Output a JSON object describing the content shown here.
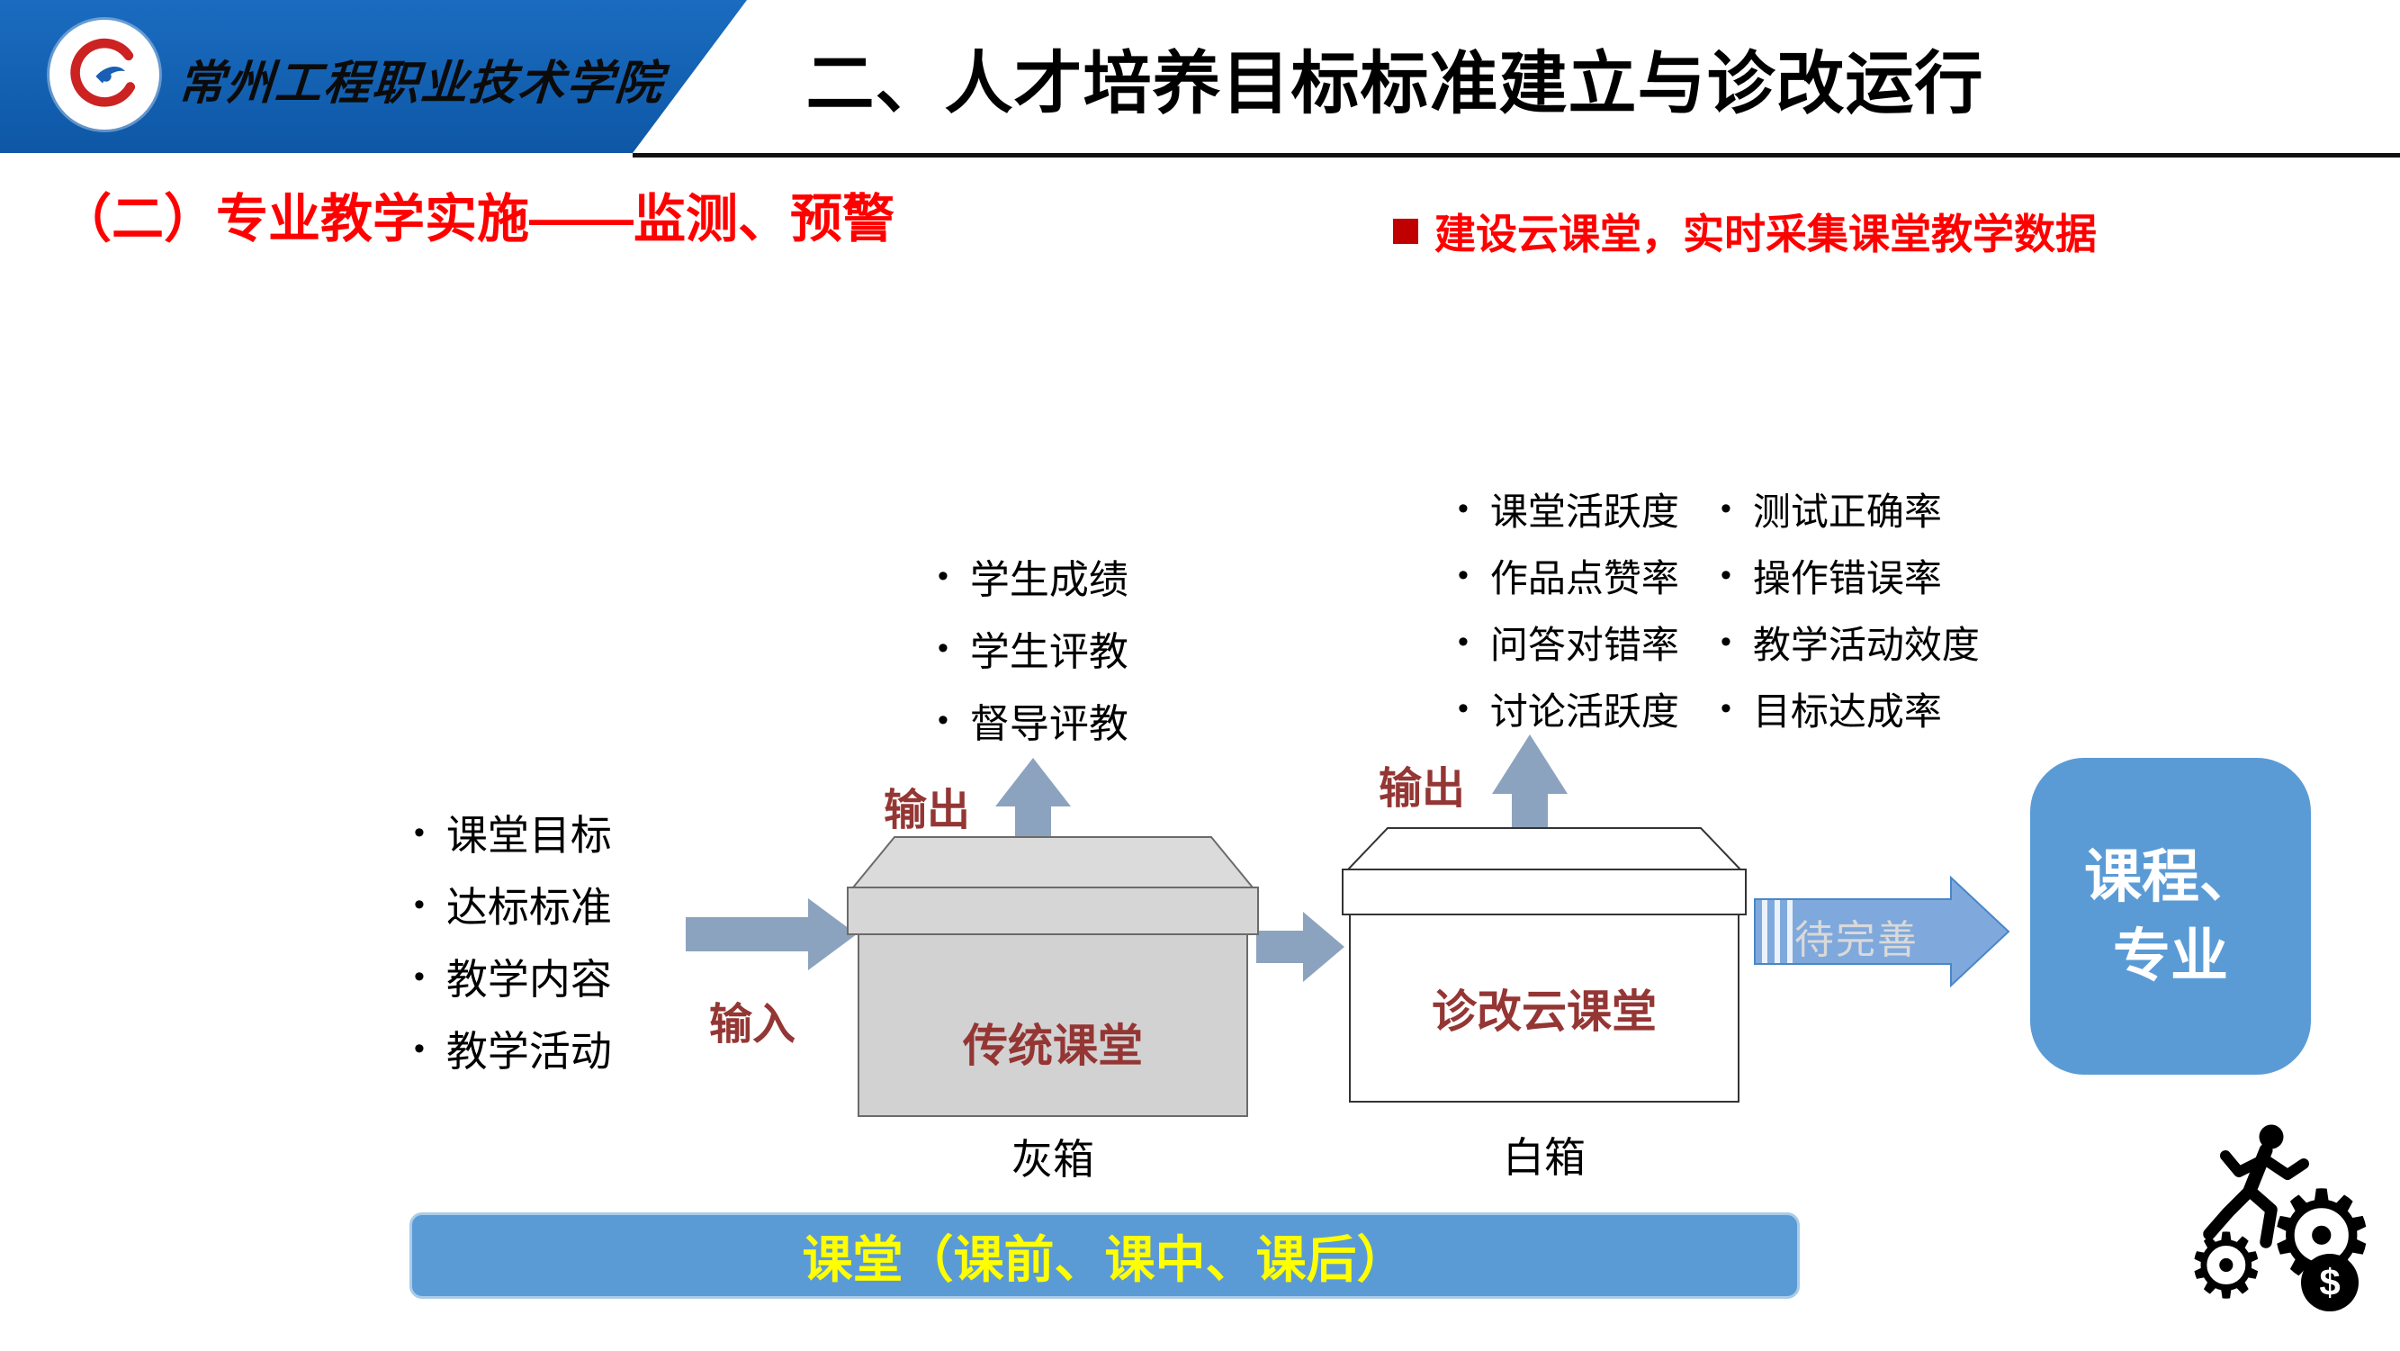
{
  "header": {
    "school_name": "常州工程职业技术学院",
    "title": "二、人才培养目标标准建立与诊改运行"
  },
  "section": {
    "heading": "（二）专业教学实施——监测、预警",
    "callout": "建设云课堂，实时采集课堂教学数据"
  },
  "diagram": {
    "inputs": {
      "label": "输入",
      "items": [
        "课堂目标",
        "达标标准",
        "教学内容",
        "教学活动"
      ]
    },
    "gray_box": {
      "label": "传统课堂",
      "caption": "灰箱",
      "output_label": "输出",
      "outputs": [
        "学生成绩",
        "学生评教",
        "督导评教"
      ]
    },
    "white_box": {
      "label": "诊改云课堂",
      "caption": "白箱",
      "output_label": "输出",
      "outputs_col1": [
        "课堂活跃度",
        "作品点赞率",
        "问答对错率",
        "讨论活跃度"
      ],
      "outputs_col2": [
        "测试正确率",
        "操作错误率",
        "教学活动效度",
        "目标达成率"
      ]
    },
    "pending_label": "待完善",
    "result_label": "课程、\n专业",
    "bottom_bar": "课堂（课前、课中、课后）"
  },
  "icons": {
    "bullet": "•",
    "gear": "⚙",
    "dollar": "$"
  },
  "colors": {
    "header_blue": "#0E57A6",
    "accent_blue": "#5B9BD5",
    "arrow_gray_blue": "#8CA3BF",
    "red": "#FF0000",
    "dark_red": "#943634",
    "highlight_yellow": "#FFFF00"
  }
}
